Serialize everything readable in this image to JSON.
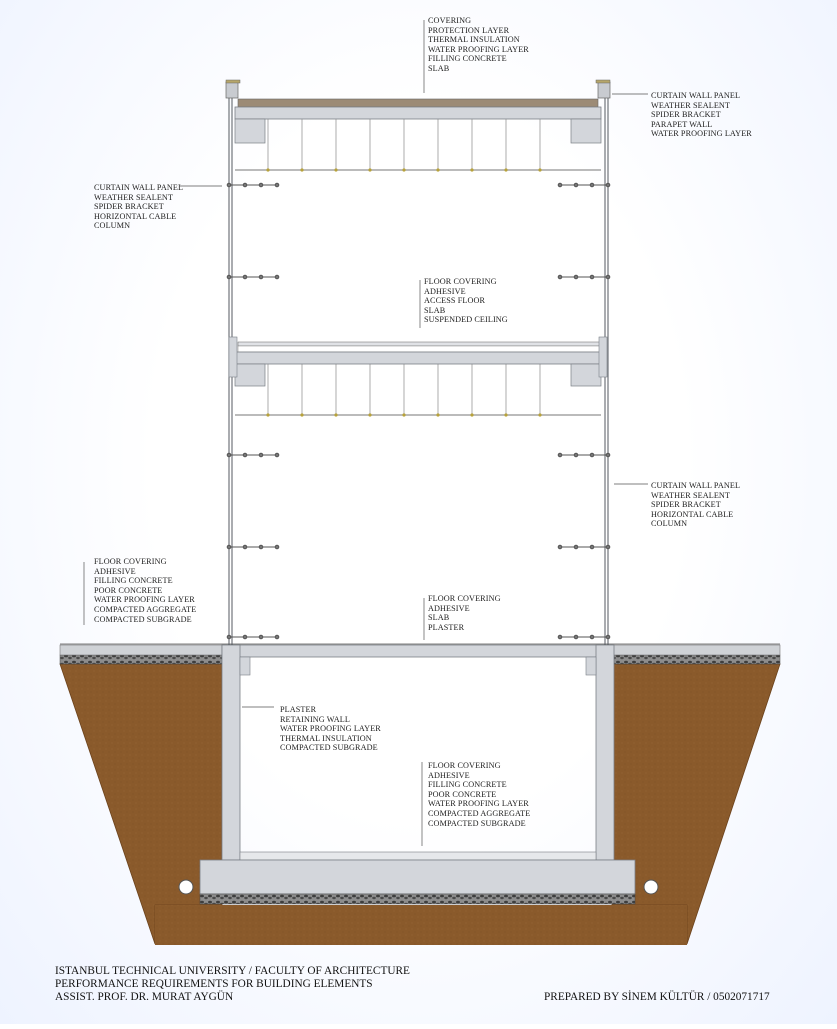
{
  "labels": {
    "roof": [
      "COVERING",
      "PROTECTION LAYER",
      "THERMAL INSULATION",
      "WATER PROOFING LAYER",
      "FILLING CONCRETE",
      "SLAB"
    ],
    "parapet": [
      "CURTAIN WALL PANEL",
      "WEATHER SEALENT",
      "SPIDER BRACKET",
      "PARAPET WALL",
      "WATER PROOFING LAYER"
    ],
    "curtain_left": [
      "CURTAIN WALL PANEL",
      "WEATHER SEALENT",
      "SPIDER BRACKET",
      "HORIZONTAL CABLE",
      "COLUMN"
    ],
    "mid_floor": [
      "FLOOR COVERING",
      "ADHESIVE",
      "ACCESS FLOOR",
      "SLAB",
      "SUSPENDED CEILING"
    ],
    "curtain_right": [
      "CURTAIN WALL PANEL",
      "WEATHER SEALENT",
      "SPIDER BRACKET",
      "HORIZONTAL CABLE",
      "COLUMN"
    ],
    "ground_ext": [
      "FLOOR COVERING",
      "ADHESIVE",
      "FILLING CONCRETE",
      "POOR CONCRETE",
      "WATER PROOFING LAYER",
      "COMPACTED AGGREGATE",
      "COMPACTED SUBGRADE"
    ],
    "ground_floor": [
      "FLOOR COVERING",
      "ADHESIVE",
      "SLAB",
      "PLASTER"
    ],
    "basement_wall": [
      "PLASTER",
      "RETAINING WALL",
      "WATER PROOFING LAYER",
      "THERMAL INSULATION",
      "COMPACTED SUBGRADE"
    ],
    "basement_floor": [
      "FLOOR COVERING",
      "ADHESIVE",
      "FILLING CONCRETE",
      "POOR CONCRETE",
      "WATER PROOFING LAYER",
      "COMPACTED AGGREGATE",
      "COMPACTED SUBGRADE"
    ]
  },
  "footer": {
    "line1": "ISTANBUL TECHNICAL UNIVERSITY / FACULTY OF ARCHITECTURE",
    "line2": "PERFORMANCE REQUIREMENTS FOR BUILDING ELEMENTS",
    "line3": "ASSIST. PROF. DR. MURAT AYGÜN",
    "prepared": "PREPARED BY SİNEM KÜLTÜR / 0502071717"
  },
  "colors": {
    "soil": "#8a5a2b",
    "soil_dark": "#6b421c",
    "concrete": "#d3d6db",
    "concrete_edge": "#7a7f86",
    "gravel": "#5c5c5c",
    "roof_covering": "#9c8b76",
    "line": "#555a60"
  }
}
